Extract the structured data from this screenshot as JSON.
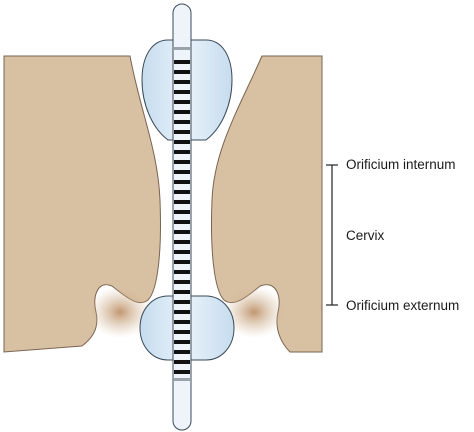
{
  "labels": {
    "internal_os": "Orificium internum",
    "cervix": "Cervix",
    "external_os": "Orificium externum"
  },
  "colors": {
    "tissue": "#d8c0a2",
    "tissue_shadow": "#c39a72",
    "tissue_outline": "#6e5a48",
    "balloon_fill": "#dcecf7",
    "balloon_outline": "#3a4a58",
    "catheter_fill": "#eef4f9",
    "scale_mark": "#111111",
    "bracket": "#222222"
  }
}
